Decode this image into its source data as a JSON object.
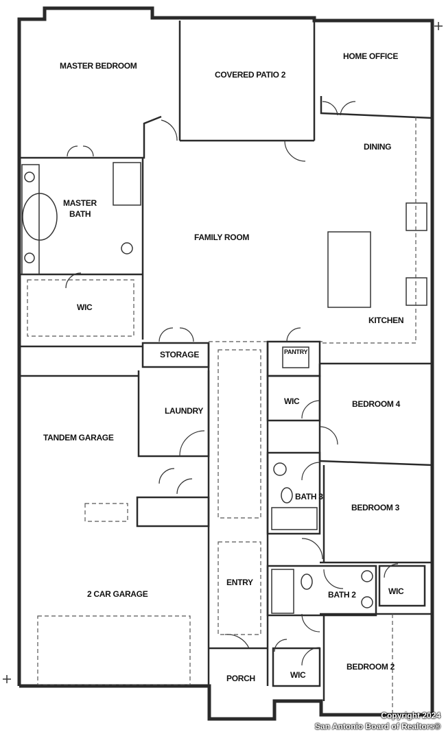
{
  "rooms": {
    "master_bedroom": "MASTER BEDROOM",
    "covered_patio": "COVERED PATIO 2",
    "home_office": "HOME OFFICE",
    "dining": "DINING",
    "master_bath": "MASTER BATH",
    "family_room": "FAMILY ROOM",
    "wic_master": "WIC",
    "kitchen": "KITCHEN",
    "storage": "STORAGE",
    "pantry": "PANTRY",
    "laundry": "LAUNDRY",
    "wic_bedroom4": "WIC",
    "bedroom4": "BEDROOM 4",
    "tandem_garage": "TANDEM GARAGE",
    "bath3": "BATH 3",
    "bedroom3": "BEDROOM 3",
    "entry": "ENTRY",
    "bath2": "BATH 2",
    "wic_bedroom3": "WIC",
    "two_car_garage": "2 CAR GARAGE",
    "porch": "PORCH",
    "wic_bedroom2": "WIC",
    "bedroom2": "BEDROOM 2"
  },
  "watermark": {
    "copyright": "Copyright 2024",
    "board": "San Antonio Board of Realtors®"
  }
}
